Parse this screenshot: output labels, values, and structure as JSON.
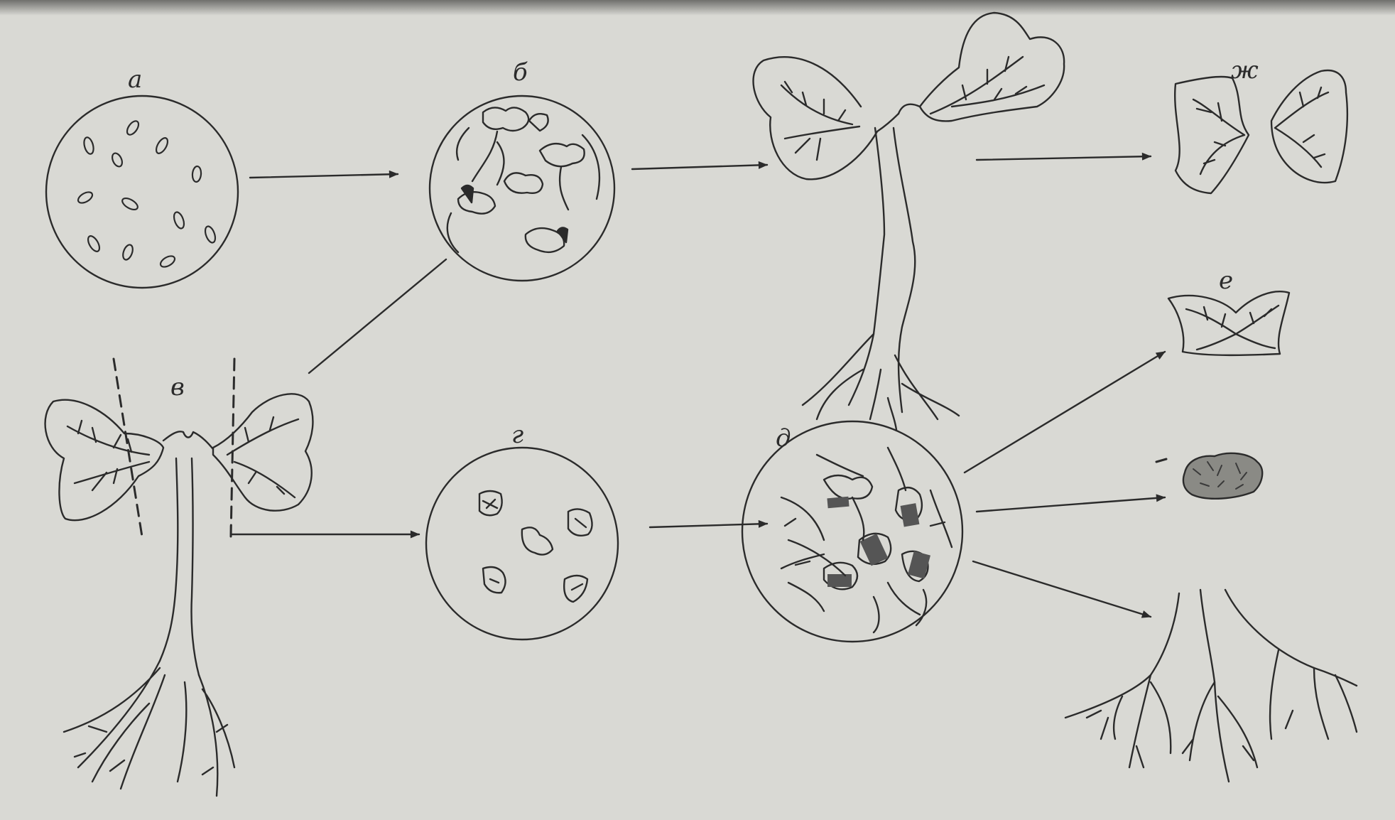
{
  "labels": {
    "a": "а",
    "b": "б",
    "v": "в",
    "g": "г",
    "d": "д",
    "e": "е",
    "zh": "ж"
  },
  "colors": {
    "background": "#d9d9d4",
    "ink": "#2b2b2b"
  }
}
